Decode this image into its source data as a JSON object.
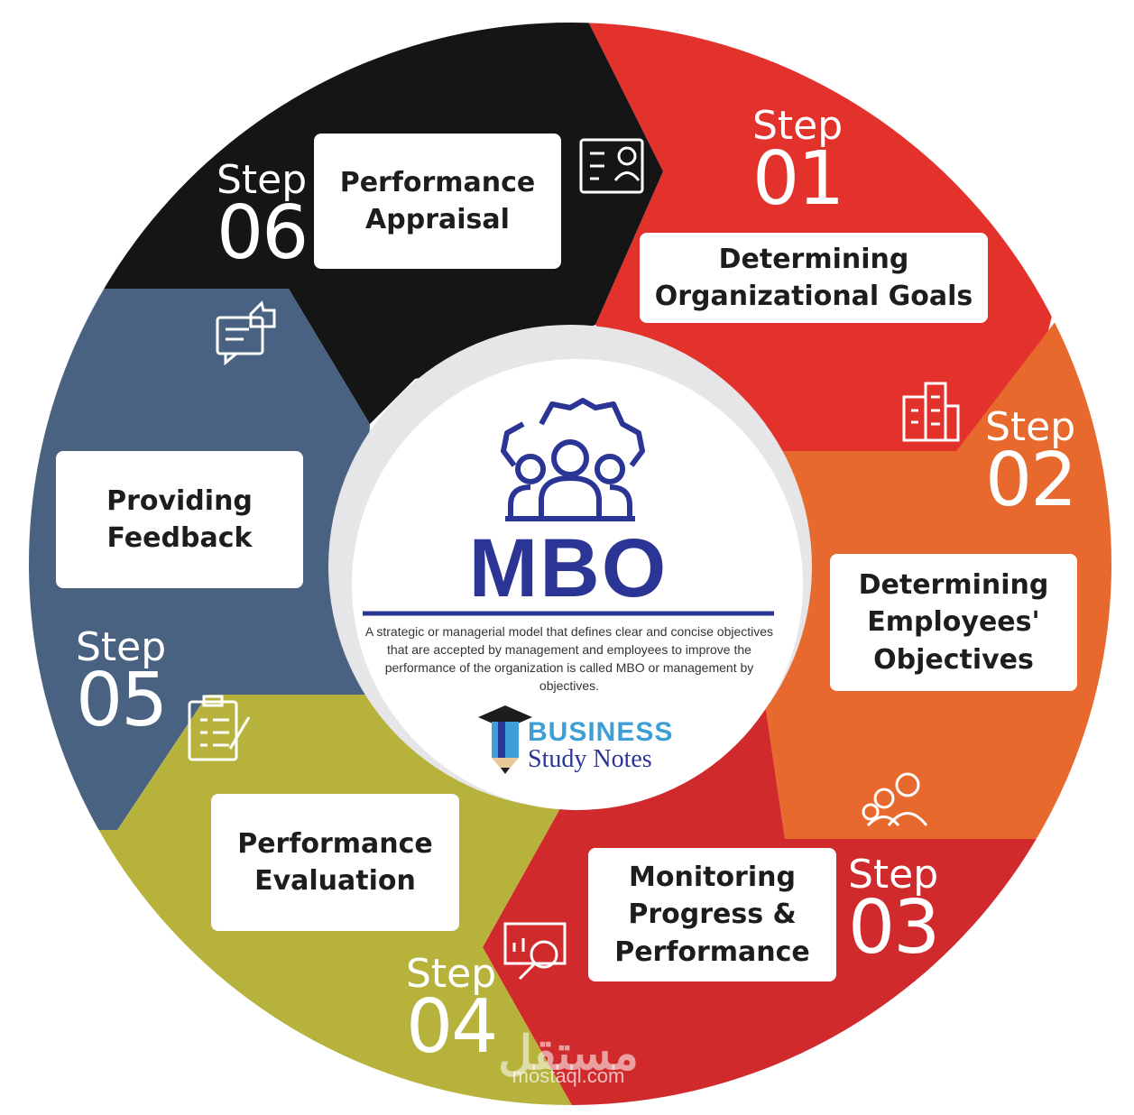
{
  "colors": {
    "step1": "#e3322c",
    "step2": "#e8692e",
    "step3": "#d12a2d",
    "step4": "#b6b23c",
    "step5": "#4a6282",
    "step6": "#151515",
    "accent": "#2b3595",
    "brand_light": "#3d9fd6"
  },
  "center": {
    "title": "MBO",
    "description": "A strategic or managerial model that defines clear and concise objectives that are accepted by management and employees to improve the performance of the organization is called MBO or management by objectives.",
    "icon": "gear-team-icon",
    "brand": {
      "line1": "BUSINESS",
      "line2": "Study Notes",
      "icon": "graduation-pencil-icon"
    }
  },
  "steps": [
    {
      "word": "Step",
      "number": "01",
      "label": "Determining\nOrganizational Goals",
      "icon": "building-icon"
    },
    {
      "word": "Step",
      "number": "02",
      "label": "Determining\nEmployees'\nObjectives",
      "icon": "people-icon"
    },
    {
      "word": "Step",
      "number": "03",
      "label": "Monitoring\nProgress &\nPerformance",
      "icon": "chart-magnifier-icon"
    },
    {
      "word": "Step",
      "number": "04",
      "label": "Performance\nEvaluation",
      "icon": "checklist-icon"
    },
    {
      "word": "Step",
      "number": "05",
      "label": "Providing\nFeedback",
      "icon": "thumbs-up-feedback-icon"
    },
    {
      "word": "Step",
      "number": "06",
      "label": "Performance\nAppraisal",
      "icon": "appraisal-board-icon"
    }
  ],
  "watermark": {
    "arabic": "مستقل",
    "latin": "mostaql.com"
  }
}
